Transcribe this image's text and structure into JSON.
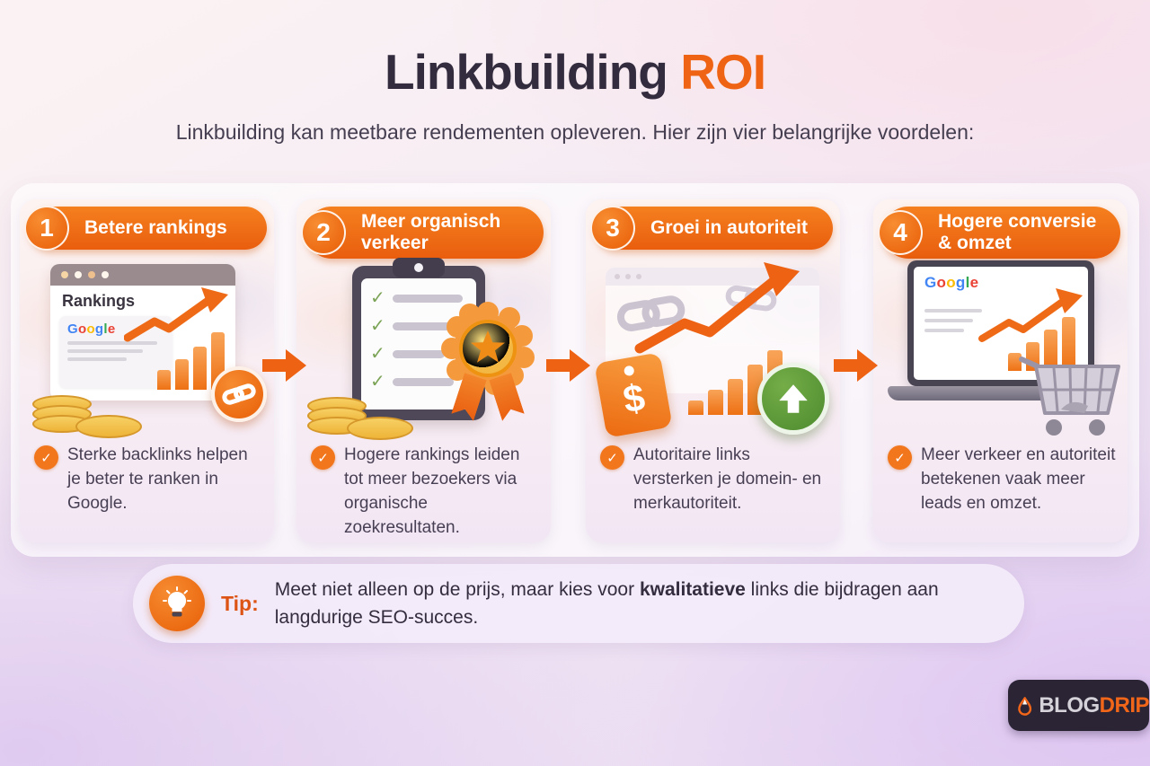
{
  "title": {
    "part1": "Linkbuilding",
    "part2": "ROI"
  },
  "subtitle": "Linkbuilding kan meetbare rendementen opleveren. Hier zijn vier belangrijke voordelen:",
  "cards": [
    {
      "number": "1",
      "title": "Betere rankings",
      "text": "Sterke backlinks helpen je beter te ranken in Google.",
      "illustration": "browser-rankings-chart-coins-link-badge"
    },
    {
      "number": "2",
      "title": "Meer organisch verkeer",
      "text": "Hogere rankings leiden tot meer bezoekers via organische zoekresultaten.",
      "illustration": "clipboard-checklist-award-coins"
    },
    {
      "number": "3",
      "title": "Groei in autoriteit",
      "text": "Autoritaire links versterken je domein- en merkautoriteit.",
      "illustration": "chain-links-growth-chart-dollar-tag-up-badge"
    },
    {
      "number": "4",
      "title": "Hogere conversie & omzet",
      "text": "Meer verkeer en autoriteit betekenen vaak meer leads en omzet.",
      "illustration": "laptop-google-chart-shopping-cart"
    }
  ],
  "labels": {
    "rankings": "Rankings"
  },
  "google": {
    "letters": [
      "G",
      "o",
      "o",
      "g",
      "l",
      "e"
    ]
  },
  "icons": {
    "check_glyph": "✓",
    "dollar_glyph": "$"
  },
  "tip": {
    "label": "Tip:",
    "text_before": "Meet niet alleen op de prijs, maar kies voor ",
    "bold_word": "kwalitatieve",
    "text_after": " links die bijdragen aan langdurige SEO-succes."
  },
  "logo": {
    "part1": "BLOG",
    "part2": "DRIP"
  },
  "colors": {
    "accent_orange": "#EF6414",
    "title_dark": "#332C3E",
    "body_text": "#473F53",
    "tip_label_orange": "#DD5313",
    "green_badge": "#4D8B2E",
    "gold_coin": "#EEB438",
    "logo_bg": "#2A2434"
  }
}
